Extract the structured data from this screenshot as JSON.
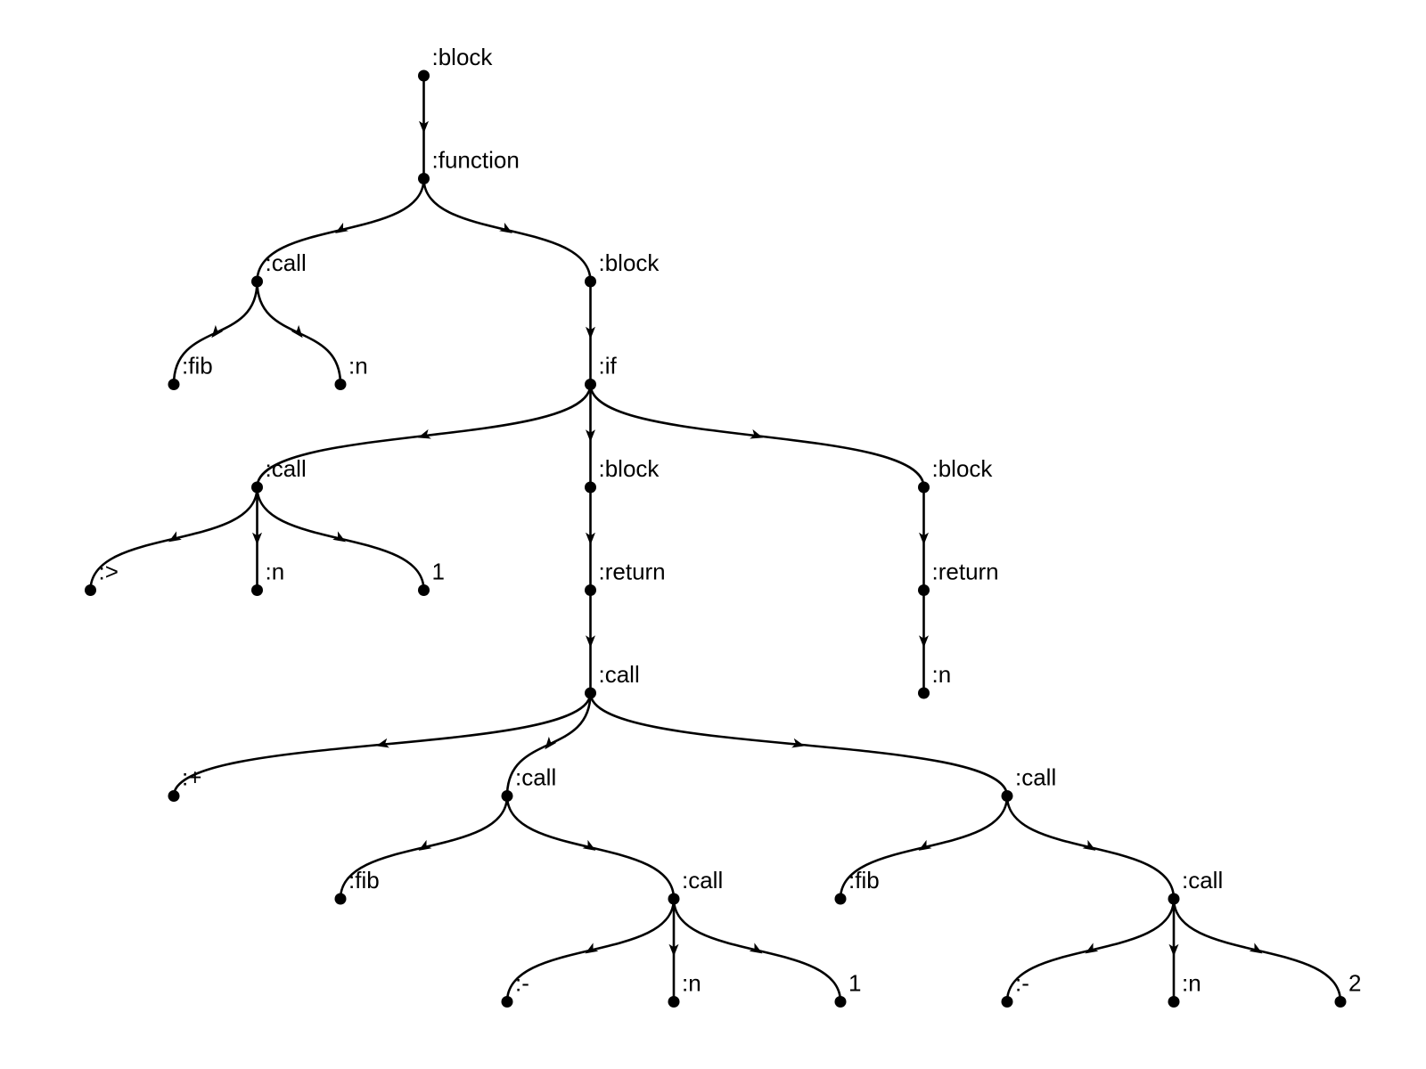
{
  "nodes": [
    {
      "id": "n0",
      "label": ":block",
      "parent": null
    },
    {
      "id": "n1",
      "label": ":function",
      "parent": "n0"
    },
    {
      "id": "n2",
      "label": ":call",
      "parent": "n1"
    },
    {
      "id": "n3",
      "label": ":block",
      "parent": "n1"
    },
    {
      "id": "n4",
      "label": ":fib",
      "parent": "n2"
    },
    {
      "id": "n5",
      "label": ":n",
      "parent": "n2"
    },
    {
      "id": "n6",
      "label": ":if",
      "parent": "n3"
    },
    {
      "id": "n7",
      "label": ":call",
      "parent": "n6"
    },
    {
      "id": "n8",
      "label": ":block",
      "parent": "n6"
    },
    {
      "id": "n9",
      "label": ":block",
      "parent": "n6"
    },
    {
      "id": "n10",
      "label": ":>",
      "parent": "n7"
    },
    {
      "id": "n11",
      "label": ":n",
      "parent": "n7"
    },
    {
      "id": "n12",
      "label": "1",
      "parent": "n7"
    },
    {
      "id": "n13",
      "label": ":return",
      "parent": "n8"
    },
    {
      "id": "n14",
      "label": ":return",
      "parent": "n9"
    },
    {
      "id": "n15",
      "label": ":call",
      "parent": "n13"
    },
    {
      "id": "n16",
      "label": ":n",
      "parent": "n14"
    },
    {
      "id": "n17",
      "label": ":+",
      "parent": "n15"
    },
    {
      "id": "n18",
      "label": ":call",
      "parent": "n15"
    },
    {
      "id": "n19",
      "label": ":call",
      "parent": "n15"
    },
    {
      "id": "n20",
      "label": ":fib",
      "parent": "n18"
    },
    {
      "id": "n21",
      "label": ":call",
      "parent": "n18"
    },
    {
      "id": "n22",
      "label": ":fib",
      "parent": "n19"
    },
    {
      "id": "n23",
      "label": ":call",
      "parent": "n19"
    },
    {
      "id": "n24",
      "label": ":-",
      "parent": "n21"
    },
    {
      "id": "n25",
      "label": ":n",
      "parent": "n21"
    },
    {
      "id": "n26",
      "label": "1",
      "parent": "n21"
    },
    {
      "id": "n27",
      "label": ":-",
      "parent": "n23"
    },
    {
      "id": "n28",
      "label": ":n",
      "parent": "n23"
    },
    {
      "id": "n29",
      "label": "2",
      "parent": "n23"
    }
  ]
}
